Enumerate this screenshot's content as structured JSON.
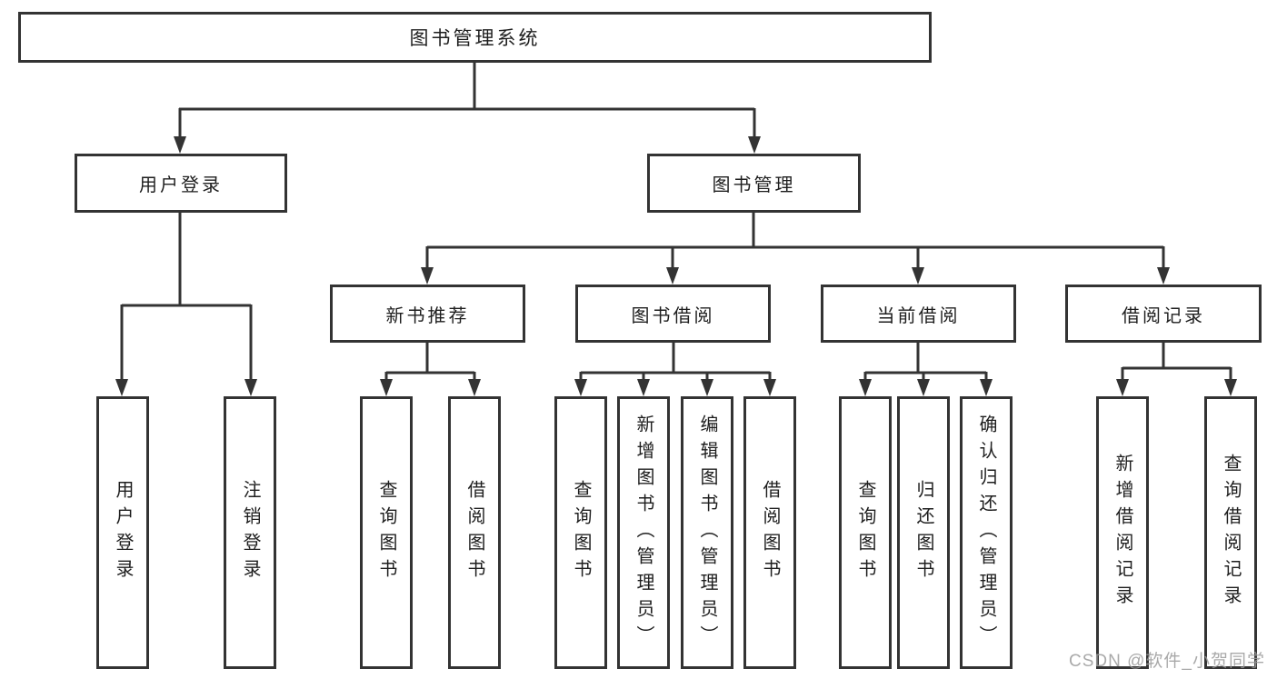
{
  "diagram": {
    "tree": {
      "root": {
        "label": "图书管理系统"
      },
      "children": [
        {
          "label": "用户登录",
          "children": [
            {
              "label": "用户登录"
            },
            {
              "label": "注销登录"
            }
          ]
        },
        {
          "label": "图书管理",
          "children": [
            {
              "label": "新书推荐",
              "children": [
                {
                  "label": "查询图书"
                },
                {
                  "label": "借阅图书"
                }
              ]
            },
            {
              "label": "图书借阅",
              "children": [
                {
                  "label": "查询图书"
                },
                {
                  "label": "新增图书（管理员）"
                },
                {
                  "label": "编辑图书（管理员）"
                },
                {
                  "label": "借阅图书"
                }
              ]
            },
            {
              "label": "当前借阅",
              "children": [
                {
                  "label": "查询图书"
                },
                {
                  "label": "归还图书"
                },
                {
                  "label": "确认归还（管理员）"
                }
              ]
            },
            {
              "label": "借阅记录",
              "children": [
                {
                  "label": "新增借阅记录"
                },
                {
                  "label": "查询借阅记录"
                }
              ]
            }
          ]
        }
      ]
    },
    "colors": {
      "line": "#333333",
      "text": "#1e1e1e",
      "watermark": "#9b9b9b",
      "background": "#ffffff"
    },
    "watermark": "CSDN @软件_小贺同学"
  }
}
